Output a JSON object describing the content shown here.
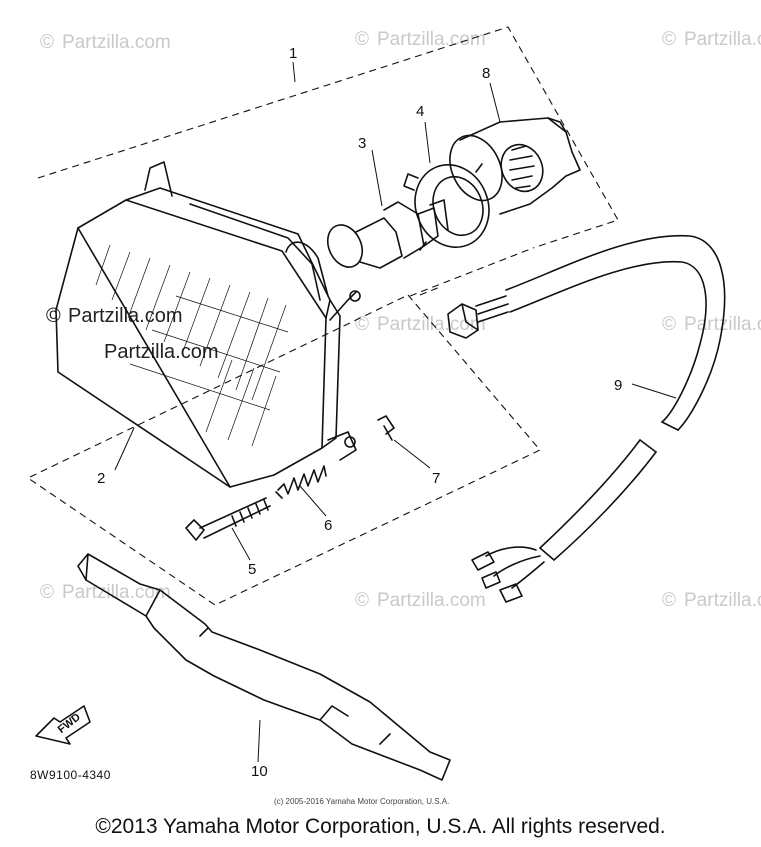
{
  "watermark": {
    "text": "Partzilla.com",
    "symbol": "©"
  },
  "callouts": {
    "c1": "1",
    "c2": "2",
    "c3": "3",
    "c4": "4",
    "c5": "5",
    "c6": "6",
    "c7": "7",
    "c8": "8",
    "c9": "9",
    "c10": "10"
  },
  "fwd_label": "FWD",
  "diagram_code": "8W9100-4340",
  "small_copyright": "(c) 2005-2016 Yamaha Motor Corporation, U.S.A.",
  "footer_copyright": "©2013 Yamaha Motor Corporation, U.S.A. All rights reserved."
}
